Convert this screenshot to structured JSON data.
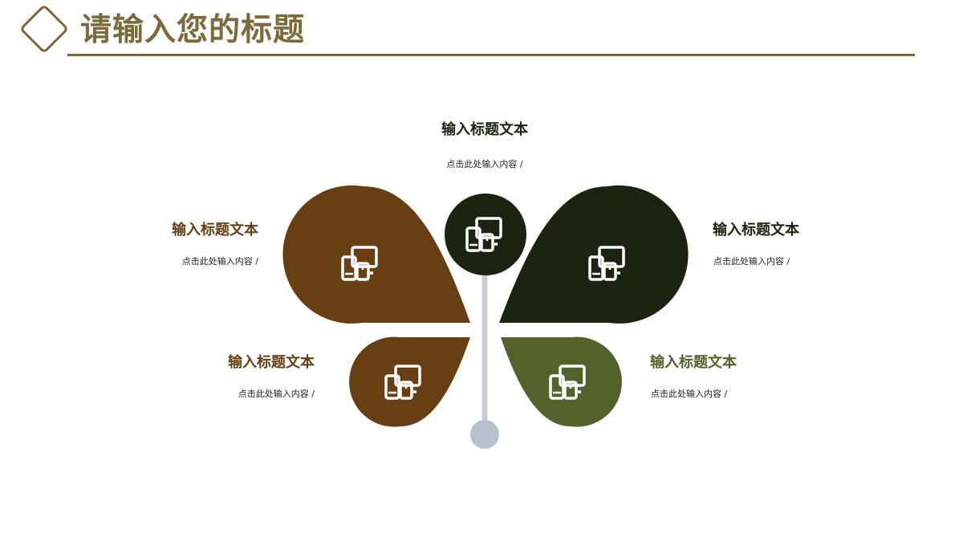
{
  "header": {
    "title": "请输入您的标题"
  },
  "colors": {
    "accent": "#7d6a3b",
    "brown": "#683f12",
    "dark_green": "#1c2411",
    "olive": "#53622a",
    "stem": "#c9ccd4",
    "stem_ball": "#b8c0d0"
  },
  "icon": "devices-icon",
  "items": [
    {
      "title": "输入标题文本",
      "desc": "点击此处输入内容 /"
    },
    {
      "title": "输入标题文本",
      "desc": "点击此处输入内容 /"
    },
    {
      "title": "输入标题文本",
      "desc": "点击此处输入内容 /"
    },
    {
      "title": "输入标题文本",
      "desc": "点击此处输入内容 /"
    },
    {
      "title": "输入标题文本",
      "desc": "点击此处输入内容 /"
    }
  ]
}
